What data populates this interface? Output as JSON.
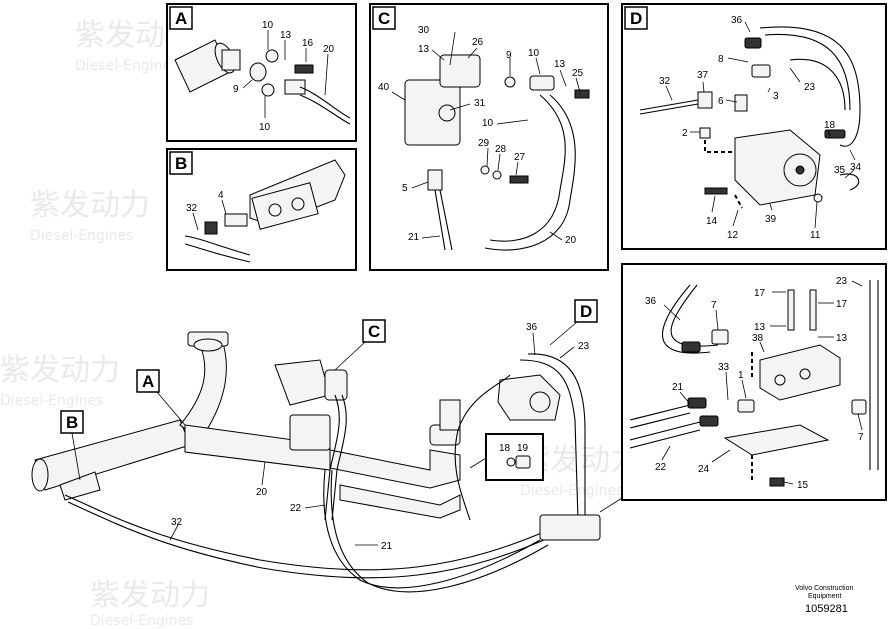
{
  "panels": {
    "A": {
      "tag": "A",
      "labels": [
        "10",
        "13",
        "16",
        "20",
        "9",
        "10"
      ]
    },
    "B": {
      "tag": "B",
      "labels": [
        "4",
        "32"
      ]
    },
    "C": {
      "tag": "C",
      "labels": [
        "30",
        "13",
        "26",
        "9",
        "10",
        "13",
        "25",
        "40",
        "31",
        "10",
        "29",
        "28",
        "27",
        "5",
        "21",
        "20"
      ]
    },
    "D": {
      "tag": "D",
      "labels": [
        "36",
        "8",
        "23",
        "37",
        "32",
        "6",
        "3",
        "2",
        "18",
        "34",
        "35",
        "14",
        "12",
        "39",
        "11"
      ]
    },
    "E": {
      "labels": [
        "23",
        "36",
        "17",
        "17",
        "7",
        "13",
        "13",
        "38",
        "33",
        "1",
        "21",
        "7",
        "22",
        "24",
        "15"
      ]
    }
  },
  "main": {
    "tags": [
      "A",
      "B",
      "C",
      "D"
    ],
    "labels": [
      "36",
      "23",
      "20",
      "32",
      "22",
      "21",
      "18",
      "19"
    ]
  },
  "watermark": {
    "brand": "紫发动力",
    "sub": "Diesel-Engines"
  },
  "footer": {
    "line1": "Volvo Construction",
    "line2": "Equipment",
    "number": "1059281"
  }
}
